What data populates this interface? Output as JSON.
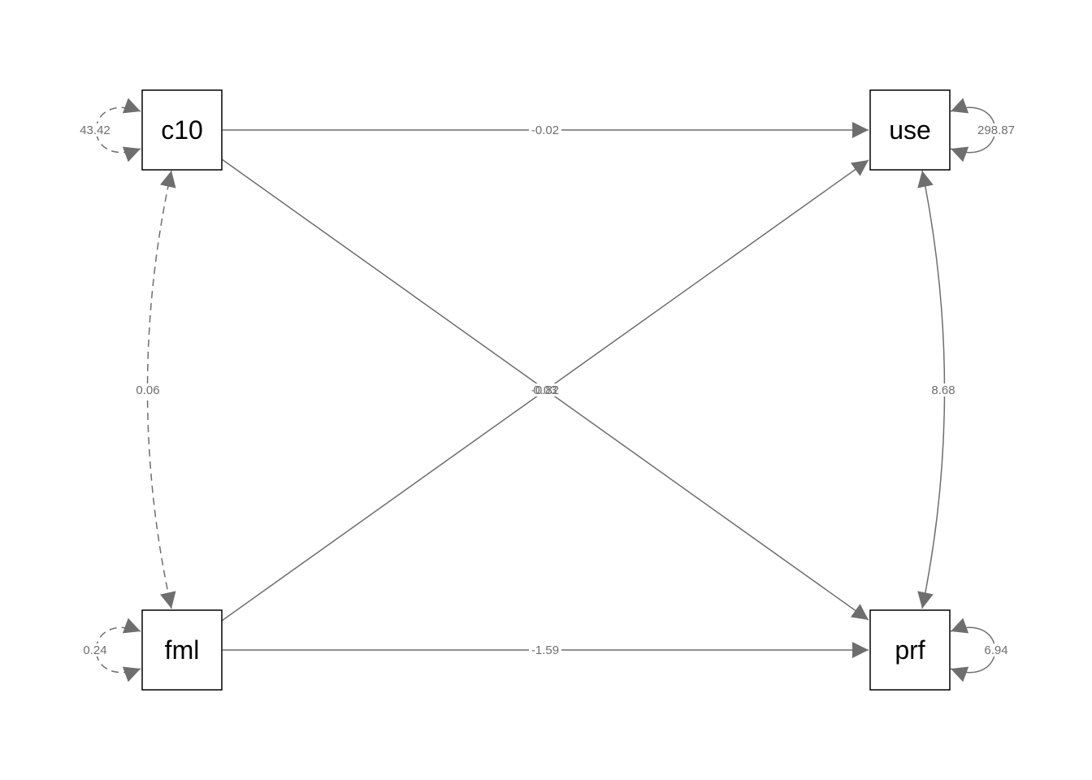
{
  "nodes": {
    "c10": "c10",
    "use": "use",
    "fml": "fml",
    "prf": "prf"
  },
  "edges": {
    "c10_to_use": "-0.02",
    "fml_to_prf": "-1.59",
    "c10_to_prf": "-0.82",
    "fml_to_use": "0.03",
    "c10_fml_cov": "0.06",
    "use_prf_cov": "8.68"
  },
  "variances": {
    "c10": "43.42",
    "fml": "0.24",
    "use": "298.87",
    "prf": "6.94"
  },
  "colors": {
    "edge": "#6e6e6e",
    "node_border": "#000000",
    "background": "#ffffff"
  }
}
